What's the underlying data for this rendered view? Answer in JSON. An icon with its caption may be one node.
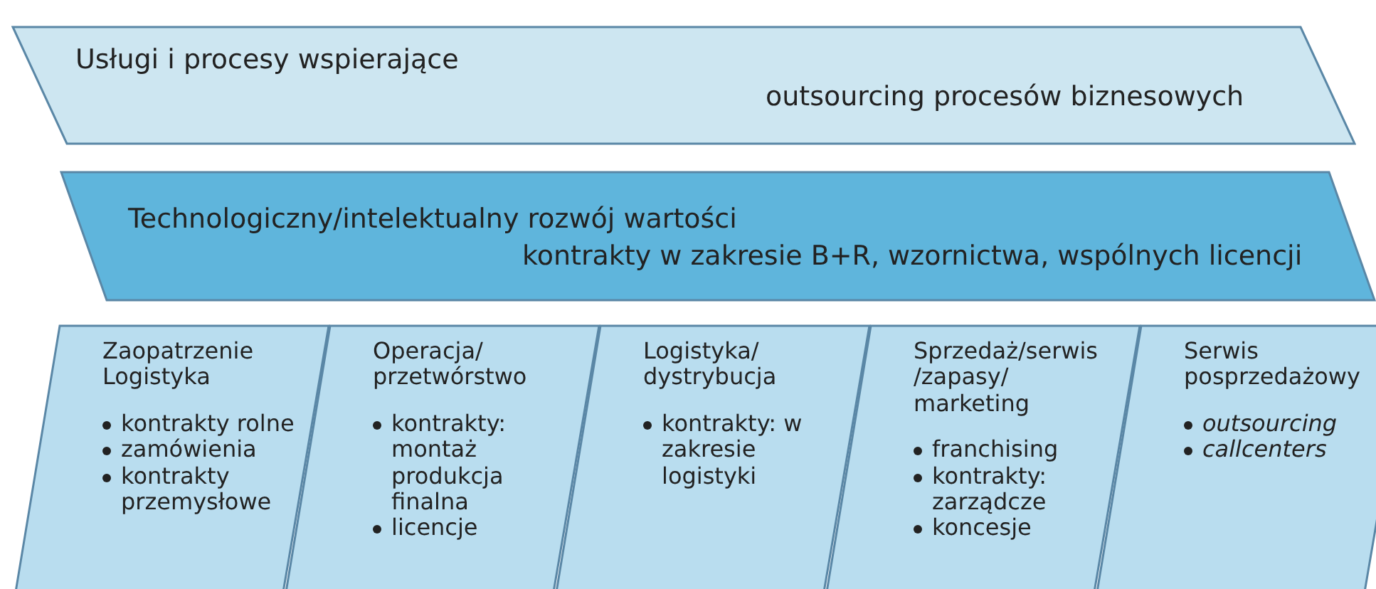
{
  "diagram": {
    "nodes": [
      {
        "text": [
          "Usługi i procesy wspierające",
          "outsourcing procesów biznesowych"
        ]
      },
      {
        "text": [
          "Technologiczny/intelektualny rozwój wartości",
          "kontrakty w zakresie B+R, wzornictwa, wspólnych licencji"
        ]
      },
      {
        "text": [
          "Zaopatrzenie Logistyka",
          "kontrakty rolne",
          "zamówienia",
          "kontrakty przemysłowe"
        ]
      },
      {
        "text": [
          "Operacja/ przetwórstwo",
          "kontrakty: montaż produkcja finalna",
          "licencje"
        ]
      },
      {
        "text": [
          "Logistyka/ dystrybucja",
          "kontrakty: w zakresie logistyki"
        ]
      },
      {
        "text": [
          "Sprzedaż/serwis /zapasy/ marketing",
          "franchising",
          "kontrakty: zarządcze",
          "koncesje"
        ]
      },
      {
        "text": [
          "Serwis posprzedażowy",
          "outsourcing",
          "callcenters"
        ]
      }
    ]
  }
}
